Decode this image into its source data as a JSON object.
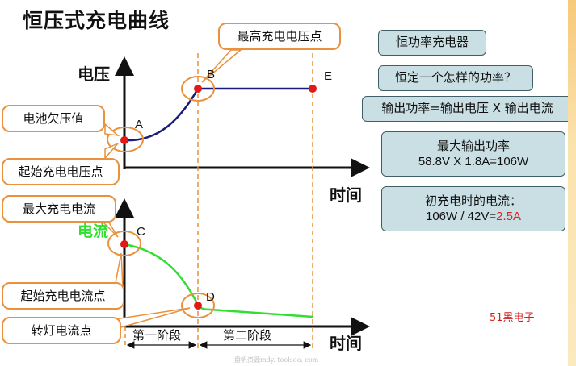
{
  "title": "恒压式充电曲线",
  "axes": {
    "voltage_label": "电压",
    "current_label": "电流",
    "time_label_top": "时间",
    "time_label_bottom": "时间"
  },
  "points": {
    "A": "A",
    "B": "B",
    "C": "C",
    "D": "D",
    "E": "E"
  },
  "callouts": {
    "max_voltage_point": "最高充电电压点",
    "battery_undervoltage": "电池欠压值",
    "start_voltage_point": "起始充电电压点",
    "max_current": "最大充电电流",
    "start_current_point": "起始充电电流点",
    "switch_light_current_point": "转灯电流点"
  },
  "phases": {
    "first": "第一阶段",
    "second": "第二阶段"
  },
  "right_panel": {
    "charger_type": "恒功率充电器",
    "question": "恒定一个怎样的功率？",
    "formula": "输出功率=输出电压 X 输出电流",
    "max_power_title": "最大输出功率",
    "max_power_value": "58.8V X 1.8A=106W",
    "initial_current_title": "初充电时的电流：",
    "initial_current_calc": "106W / 42V=",
    "initial_current_result": "2.5A"
  },
  "watermark": "51黑电子",
  "footer_watermark": "盘帆资源mdy. toolsoo. com",
  "colors": {
    "callout_border": "#e9913c",
    "voltage_curve": "#1a1a7a",
    "current_curve": "#33dd33",
    "marker": "#e31818",
    "divider": "#e9913c",
    "panel_fill": "#c9dfe4",
    "highlight": "#e02020"
  }
}
